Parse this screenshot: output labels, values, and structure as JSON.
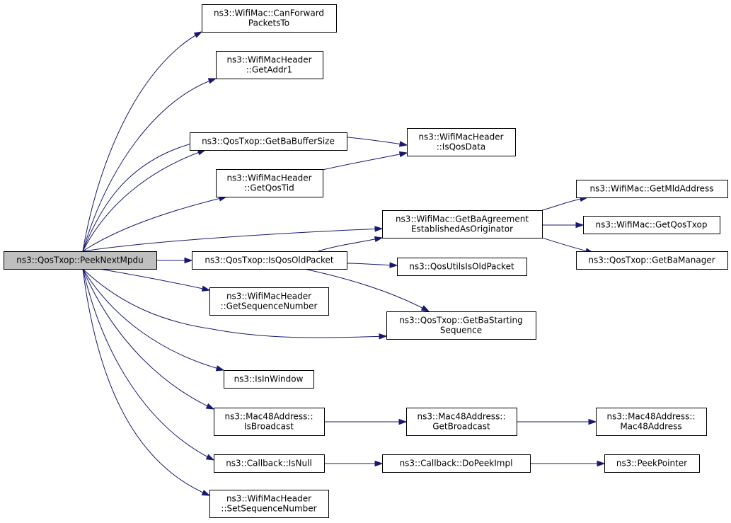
{
  "diagram": {
    "colors": {
      "edge": "#191970",
      "root_fill": "#bfbfbf",
      "node_fill": "#ffffff",
      "node_border": "#000000"
    },
    "nodes": [
      {
        "id": "peek",
        "lines": [
          "ns3::QosTxop::PeekNextMpdu"
        ],
        "root": true
      },
      {
        "id": "canforward",
        "lines": [
          "ns3::WifiMac::CanForward",
          "PacketsTo"
        ]
      },
      {
        "id": "getaddr1",
        "lines": [
          "ns3::WifiMacHeader",
          "::GetAddr1"
        ]
      },
      {
        "id": "bufsize",
        "lines": [
          "ns3::QosTxop::GetBaBufferSize"
        ]
      },
      {
        "id": "isqosdata",
        "lines": [
          "ns3::WifiMacHeader",
          "::IsQosData"
        ]
      },
      {
        "id": "getqostid",
        "lines": [
          "ns3::WifiMacHeader",
          "::GetQosTid"
        ]
      },
      {
        "id": "baagreement",
        "lines": [
          "ns3::WifiMac::GetBaAgreement",
          "EstablishedAsOriginator"
        ]
      },
      {
        "id": "mldaddress",
        "lines": [
          "ns3::WifiMac::GetMldAddress"
        ]
      },
      {
        "id": "getqostxop",
        "lines": [
          "ns3::WifiMac::GetQosTxop"
        ]
      },
      {
        "id": "bamanager",
        "lines": [
          "ns3::QosTxop::GetBaManager"
        ]
      },
      {
        "id": "isqosold",
        "lines": [
          "ns3::QosTxop::IsQosOldPacket"
        ]
      },
      {
        "id": "qosutilsold",
        "lines": [
          "ns3::QosUtilsIsOldPacket"
        ]
      },
      {
        "id": "getseqnum",
        "lines": [
          "ns3::WifiMacHeader",
          "::GetSequenceNumber"
        ]
      },
      {
        "id": "bastartseq",
        "lines": [
          "ns3::QosTxop::GetBaStarting",
          "Sequence"
        ]
      },
      {
        "id": "isinwindow",
        "lines": [
          "ns3::IsInWindow"
        ]
      },
      {
        "id": "isbroadcast",
        "lines": [
          "ns3::Mac48Address::",
          "IsBroadcast"
        ]
      },
      {
        "id": "getbroadcast",
        "lines": [
          "ns3::Mac48Address::",
          "GetBroadcast"
        ]
      },
      {
        "id": "mac48ctor",
        "lines": [
          "ns3::Mac48Address::",
          "Mac48Address"
        ]
      },
      {
        "id": "isnull",
        "lines": [
          "ns3::Callback::IsNull"
        ]
      },
      {
        "id": "dopeekimpl",
        "lines": [
          "ns3::Callback::DoPeekImpl"
        ]
      },
      {
        "id": "peekpointer",
        "lines": [
          "ns3::PeekPointer"
        ]
      },
      {
        "id": "setseqnum",
        "lines": [
          "ns3::WifiMacHeader",
          "::SetSequenceNumber"
        ]
      }
    ],
    "edges": [
      {
        "from": "peek",
        "to": "canforward"
      },
      {
        "from": "peek",
        "to": "getaddr1"
      },
      {
        "from": "peek",
        "to": "isqosdata"
      },
      {
        "from": "peek",
        "to": "bufsize"
      },
      {
        "from": "peek",
        "to": "getqostid"
      },
      {
        "from": "peek",
        "to": "baagreement"
      },
      {
        "from": "peek",
        "to": "isqosold"
      },
      {
        "from": "peek",
        "to": "getseqnum"
      },
      {
        "from": "peek",
        "to": "bastartseq"
      },
      {
        "from": "peek",
        "to": "isinwindow"
      },
      {
        "from": "peek",
        "to": "isbroadcast"
      },
      {
        "from": "peek",
        "to": "isnull"
      },
      {
        "from": "peek",
        "to": "setseqnum"
      },
      {
        "from": "getqostid",
        "to": "isqosdata"
      },
      {
        "from": "baagreement",
        "to": "mldaddress"
      },
      {
        "from": "baagreement",
        "to": "getqostxop"
      },
      {
        "from": "baagreement",
        "to": "bamanager"
      },
      {
        "from": "isqosold",
        "to": "baagreement"
      },
      {
        "from": "isqosold",
        "to": "qosutilsold"
      },
      {
        "from": "isqosold",
        "to": "bastartseq"
      },
      {
        "from": "isbroadcast",
        "to": "getbroadcast"
      },
      {
        "from": "getbroadcast",
        "to": "mac48ctor"
      },
      {
        "from": "isnull",
        "to": "dopeekimpl"
      },
      {
        "from": "dopeekimpl",
        "to": "peekpointer"
      }
    ]
  }
}
